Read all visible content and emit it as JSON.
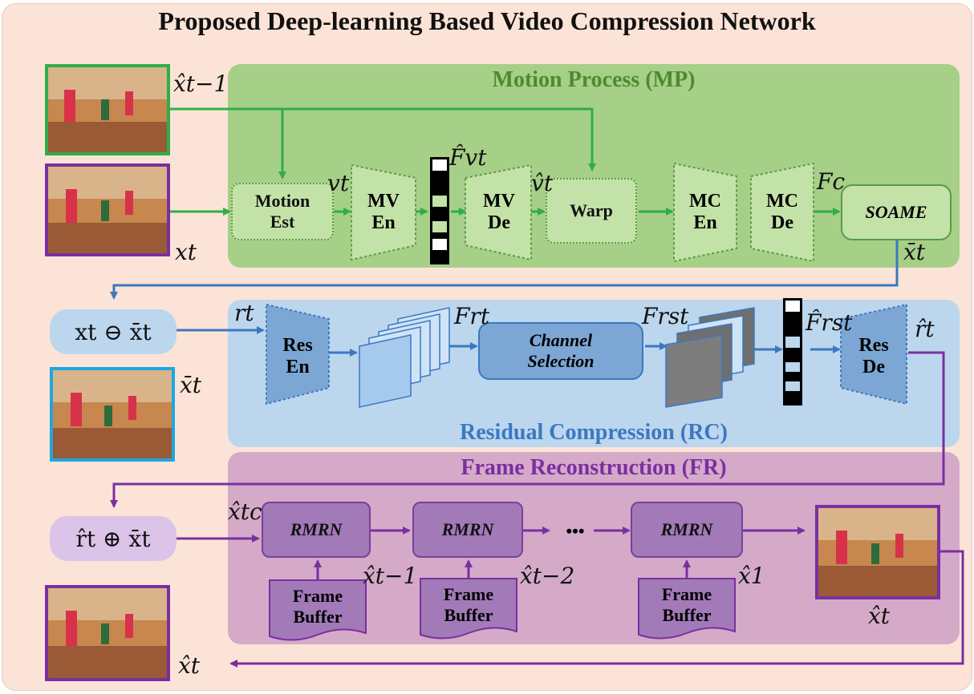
{
  "title": "Proposed Deep-learning Based Video Compression Network",
  "panels": {
    "mp_title": "Motion Process (MP)",
    "rc_title": "Residual Compression (RC)",
    "fr_title": "Frame Reconstruction (FR)"
  },
  "blocks": {
    "motion_est_line1": "Motion",
    "motion_est_line2": "Est",
    "mv_en_line1": "MV",
    "mv_en_line2": "En",
    "mv_de_line1": "MV",
    "mv_de_line2": "De",
    "warp": "Warp",
    "mc_en_line1": "MC",
    "mc_en_line2": "En",
    "mc_de_line1": "MC",
    "mc_de_line2": "De",
    "soame": "SOAME",
    "res_en_line1": "Res",
    "res_en_line2": "En",
    "channel_selection_line1": "Channel",
    "channel_selection_line2": "Selection",
    "res_de_line1": "Res",
    "res_de_line2": "De",
    "rmrn": "RMRN",
    "frame_buffer_line1": "Frame",
    "frame_buffer_line2": "Buffer",
    "ellipsis": "•••"
  },
  "labels": {
    "x_hat_t_minus_1": "x̂t−1",
    "x_t": "xt",
    "v_t": "vt",
    "F_v_hat": "F̂vt",
    "v_hat_t": "v̂t",
    "F_c": "Fc",
    "x_bar_t": "x̄t",
    "r_t": "rt",
    "F_r": "Frt",
    "F_rs": "Frst",
    "F_rs_hat": "F̂rst",
    "r_hat_t": "r̂t",
    "x_hat_c_t": "x̂tc",
    "x_hat_t_minus_2": "x̂t−2",
    "x_hat_1": "x̂1",
    "x_hat_t": "x̂t"
  },
  "bubbles": {
    "subtract": "xt ⊖ x̄t",
    "add": "r̂t ⊕ x̄t"
  },
  "colors": {
    "green_arrow": "#2fae48",
    "blue_arrow": "#3b78c0",
    "purple_arrow": "#7a2fa0",
    "mp_panel": "#a6cf88",
    "rc_panel": "#bcd6ee",
    "fr_panel": "#d4aac8"
  }
}
